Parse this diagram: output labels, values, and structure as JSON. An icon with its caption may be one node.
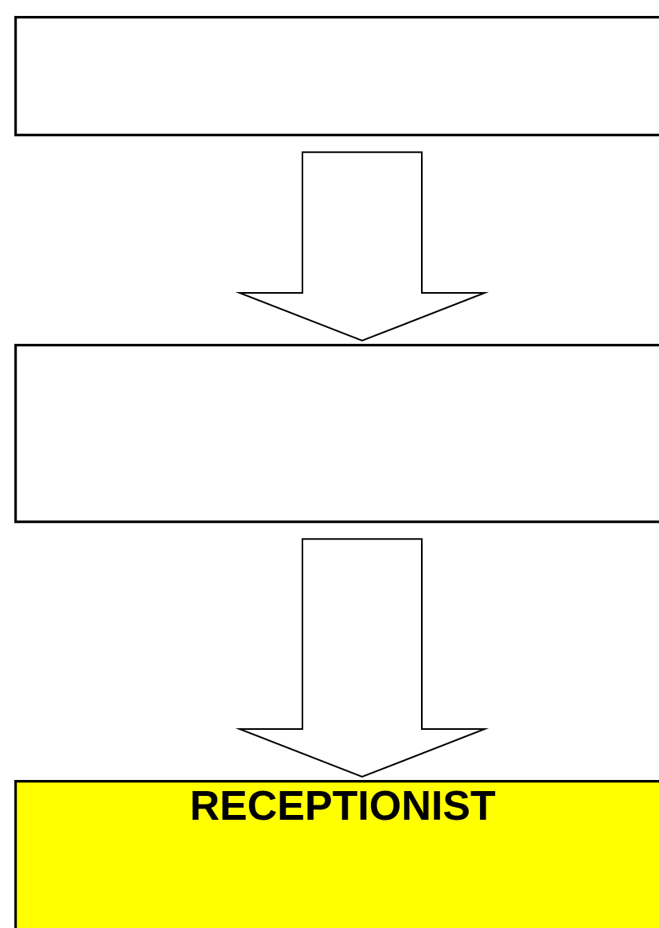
{
  "diagram": {
    "nodes": [
      {
        "text": [],
        "shape": "box"
      },
      {
        "text": [],
        "shape": "box"
      },
      {
        "text": [
          "RECEPTIONIST"
        ]
      }
    ],
    "edges": [
      {
        "from": 0,
        "to": 1,
        "arrow": "to"
      },
      {
        "from": 1,
        "to": 2,
        "arrow": "to"
      }
    ]
  }
}
